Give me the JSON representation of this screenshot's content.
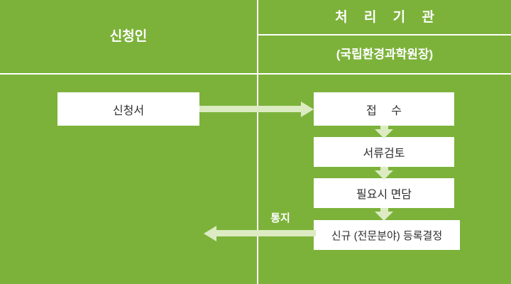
{
  "diagram": {
    "title": "신청 처리 절차 흐름도",
    "background_color": "#7cb23a",
    "box_fill_color": "#ffffff",
    "arrow_color": "#dcebc2",
    "divider_color": "#ffffff",
    "box_text_color": "#2f2f2f",
    "header_text_color": "#ffffff"
  },
  "columns": {
    "applicant": {
      "header": "신청인"
    },
    "agency": {
      "header": "처 리 기 관",
      "subheader": "(국립환경과학원장)"
    }
  },
  "boxes": {
    "application": "신청서",
    "receipt": "접  수",
    "document_review": "서류검토",
    "interview": "필요시 면담",
    "decision": "신규 (전문분야) 등록결정"
  },
  "connectors": {
    "submit_arrow": {
      "name": "submit-arrow",
      "direction": "right",
      "label": ""
    },
    "notice_arrow": {
      "name": "notice-arrow",
      "direction": "left",
      "label": "통지"
    },
    "step_arrows": [
      {
        "name": "receipt-to-review",
        "direction": "down"
      },
      {
        "name": "review-to-interview",
        "direction": "down"
      },
      {
        "name": "interview-to-decision",
        "direction": "down"
      }
    ]
  }
}
